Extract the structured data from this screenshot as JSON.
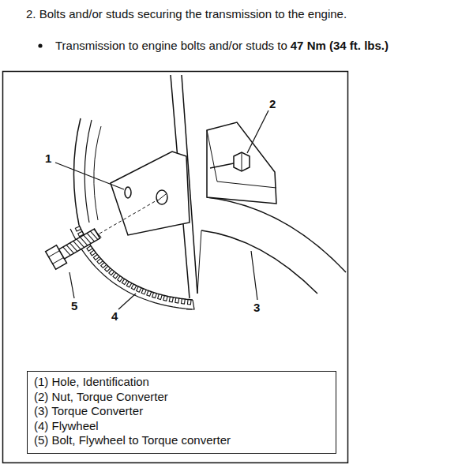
{
  "diagram": {
    "title": "2. Bolts and/or studs securing the transmission to the engine.",
    "nodes": [
      {
        "text": [
          "(1) Hole, Identification",
          "(2) Nut, Torque Converter",
          "(3) Torque Converter",
          "(4) Flywheel",
          "(5) Bolt, Flywheel to Torque converter"
        ]
      }
    ],
    "labels": [
      "Transmission to engine bolts and/or studs to",
      "47 Nm (34 ft. lbs.)",
      "1",
      "2",
      "3",
      "4",
      "5"
    ]
  }
}
